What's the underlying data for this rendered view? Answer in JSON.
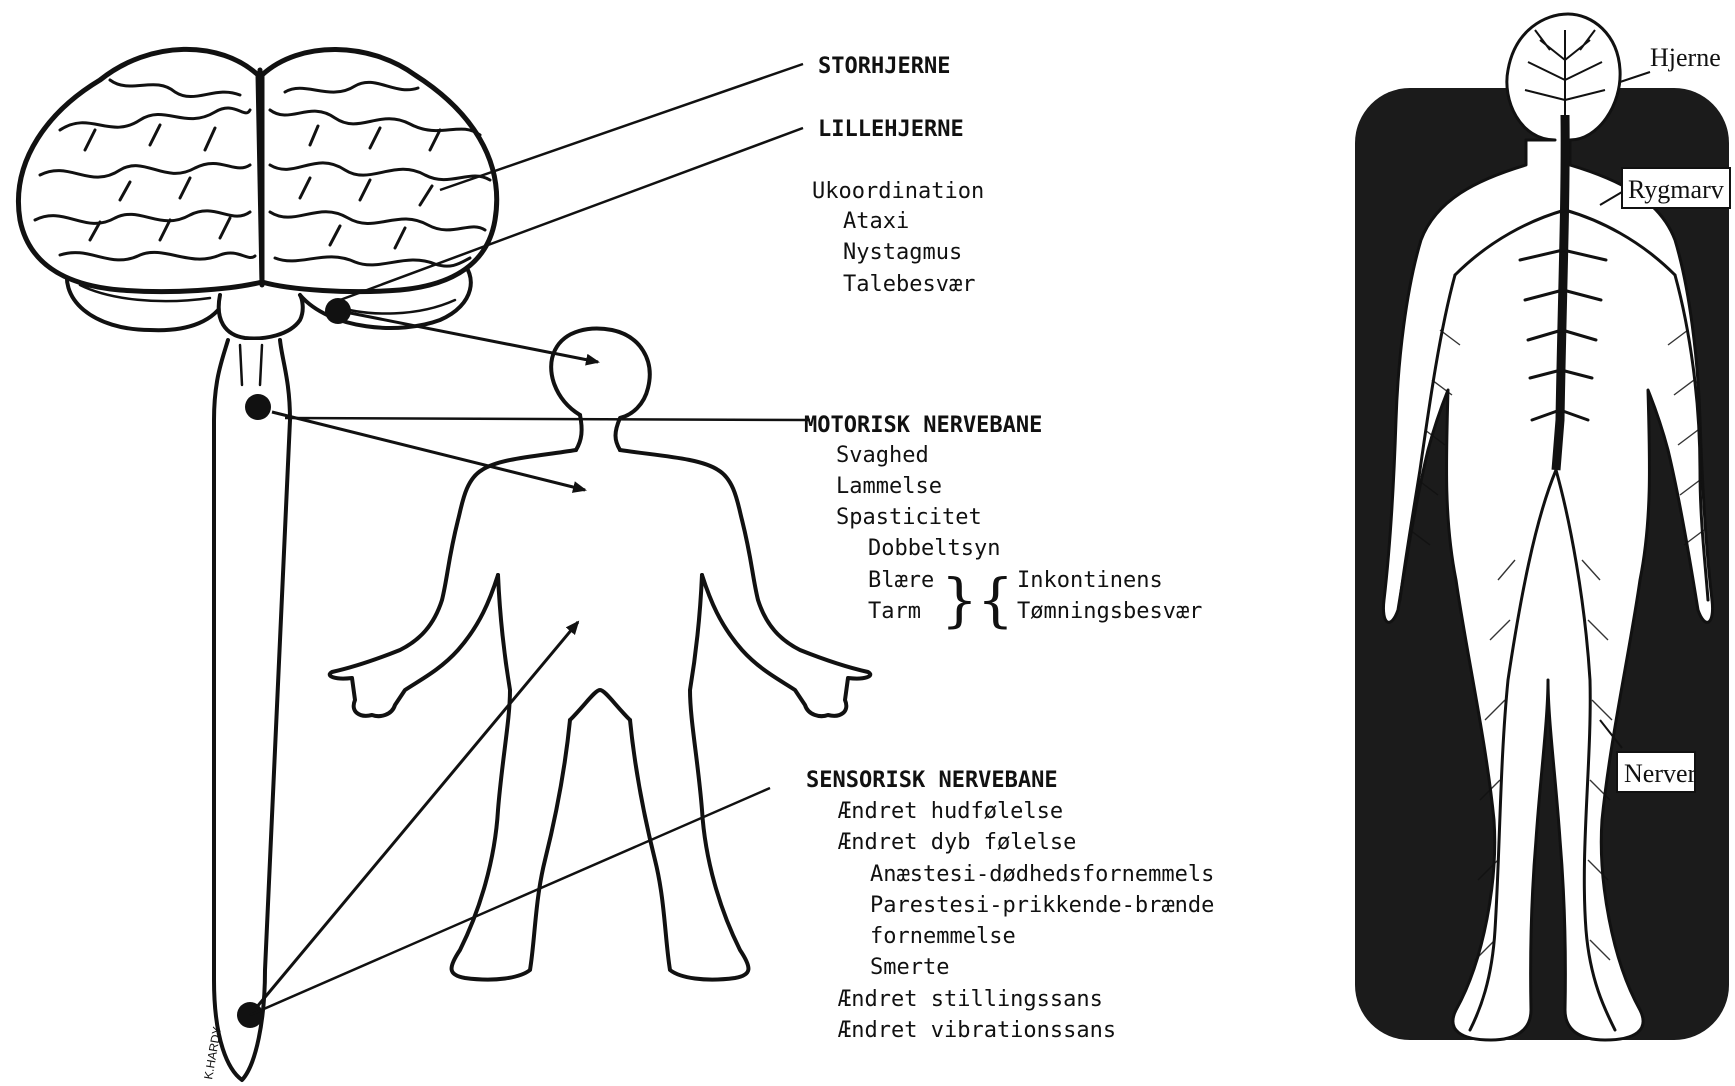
{
  "left_diagram": {
    "labels": {
      "storhjerne": "STORHJERNE",
      "lillehjerne": "LILLEHJERNE",
      "ukoordination": "Ukoordination",
      "ataxi": "Ataxi",
      "nystagmus": "Nystagmus",
      "talebesvaer": "Talebesvær",
      "motorisk": "MOTORISK NERVEBANE",
      "svaghed": "Svaghed",
      "lammelse": "Lammelse",
      "spasticitet": "Spasticitet",
      "dobbeltsyn": "Dobbeltsyn",
      "blaere": "Blære",
      "tarm": "Tarm",
      "inkontinens": "Inkontinens",
      "toemningsbesvaer": "Tømningsbesvær",
      "sensorisk": "SENSORISK NERVEBANE",
      "hudfoelelse": "Ændret hudfølelse",
      "dyb_foelelse": "Ændret dyb følelse",
      "anaestesi": "Anæstesi-dødhedsfornemmels",
      "parestesi": "Parestesi-prikkende-brænde",
      "fornemmelse": "fornemmelse",
      "smerte": "Smerte",
      "stillingssans": "Ændret stillingssans",
      "vibrationssans": "Ændret vibrationssans"
    },
    "signature": "K.HARDY"
  },
  "right_diagram": {
    "labels": {
      "hjerne": "Hjerne",
      "rygmarv": "Rygmarv",
      "nerver": "Nerver"
    }
  },
  "colors": {
    "ink": "#111111",
    "panel": "#1b1b1b",
    "paper": "#ffffff"
  }
}
